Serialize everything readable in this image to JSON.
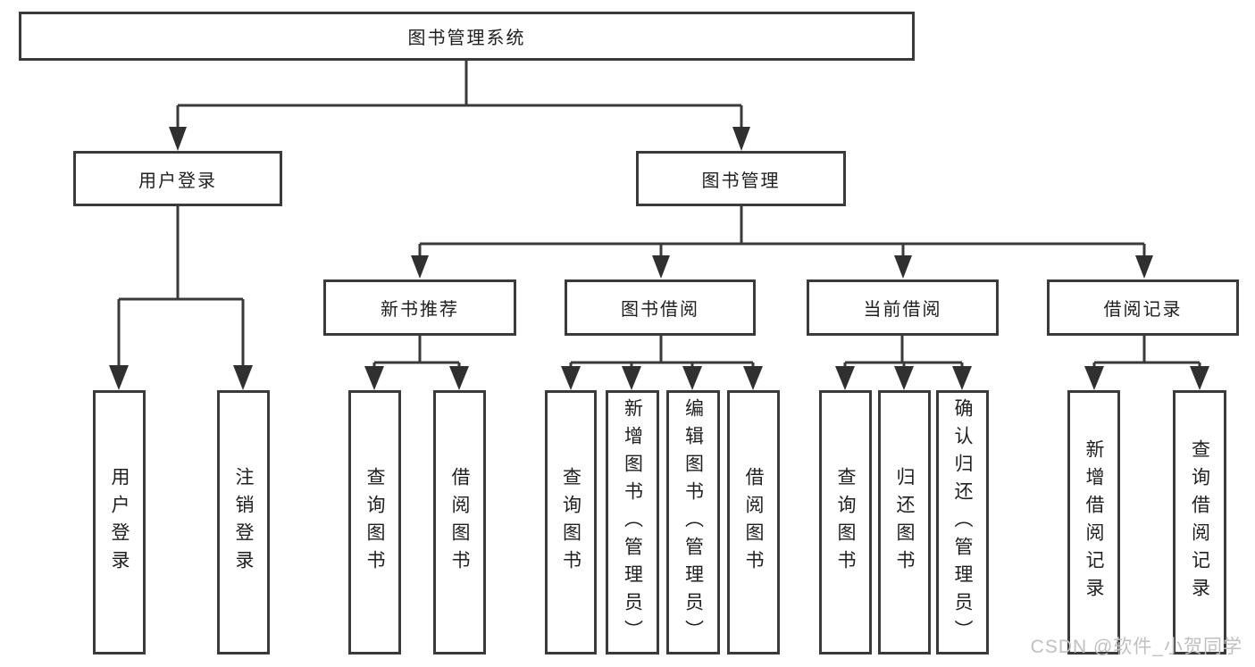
{
  "diagram": {
    "title": "图书管理系统",
    "colors": {
      "line": "#3a3a3a",
      "box_border": "#3a3a3a",
      "box_bg": "#ffffff",
      "text": "#1f1f1f",
      "watermark": "#c0c0c0"
    },
    "tree": {
      "label": "图书管理系统",
      "children": [
        {
          "label": "用户登录",
          "children": [
            {
              "label": "用户登录"
            },
            {
              "label": "注销登录"
            }
          ]
        },
        {
          "label": "图书管理",
          "children": [
            {
              "label": "新书推荐",
              "children": [
                {
                  "label": "查询图书"
                },
                {
                  "label": "借阅图书"
                }
              ]
            },
            {
              "label": "图书借阅",
              "children": [
                {
                  "label": "查询图书"
                },
                {
                  "label": "新增图书（管理员）"
                },
                {
                  "label": "编辑图书（管理员）"
                },
                {
                  "label": "借阅图书"
                }
              ]
            },
            {
              "label": "当前借阅",
              "children": [
                {
                  "label": "查询图书"
                },
                {
                  "label": "归还图书"
                },
                {
                  "label": "确认归还（管理员）"
                }
              ]
            },
            {
              "label": "借阅记录",
              "children": [
                {
                  "label": "新增借阅记录"
                },
                {
                  "label": "查询借阅记录"
                }
              ]
            }
          ]
        }
      ]
    }
  },
  "watermark": {
    "text": "CSDN @软件_小贺同学"
  }
}
